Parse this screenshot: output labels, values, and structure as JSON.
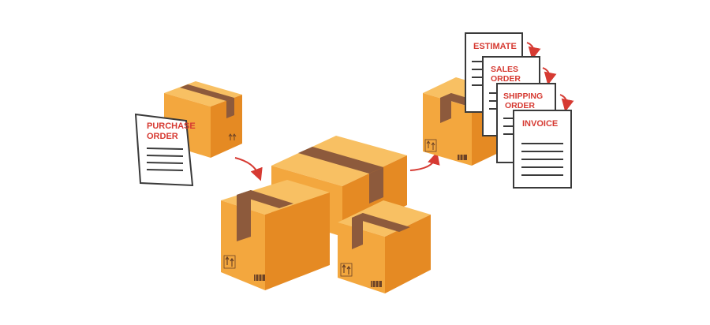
{
  "documents": {
    "purchase_order": {
      "line1": "PURCHASE",
      "line2": "ORDER"
    },
    "estimate": {
      "label": "ESTIMATE"
    },
    "sales_order": {
      "line1": "SALES",
      "line2": "ORDER"
    },
    "shipping_order": {
      "line1": "SHIPPING",
      "line2": "ORDER"
    },
    "invoice": {
      "label": "INVOICE"
    }
  },
  "colors": {
    "box_top": "#f8c063",
    "box_left": "#f3a73e",
    "box_right": "#e58a23",
    "tape": "#8d5a3c",
    "arrow": "#d63a32",
    "doc_border": "#3a3a3a"
  },
  "icons": {
    "arrow": "curved-arrow-icon",
    "this_side_up": "this-side-up-icon",
    "barcode": "barcode-icon"
  }
}
